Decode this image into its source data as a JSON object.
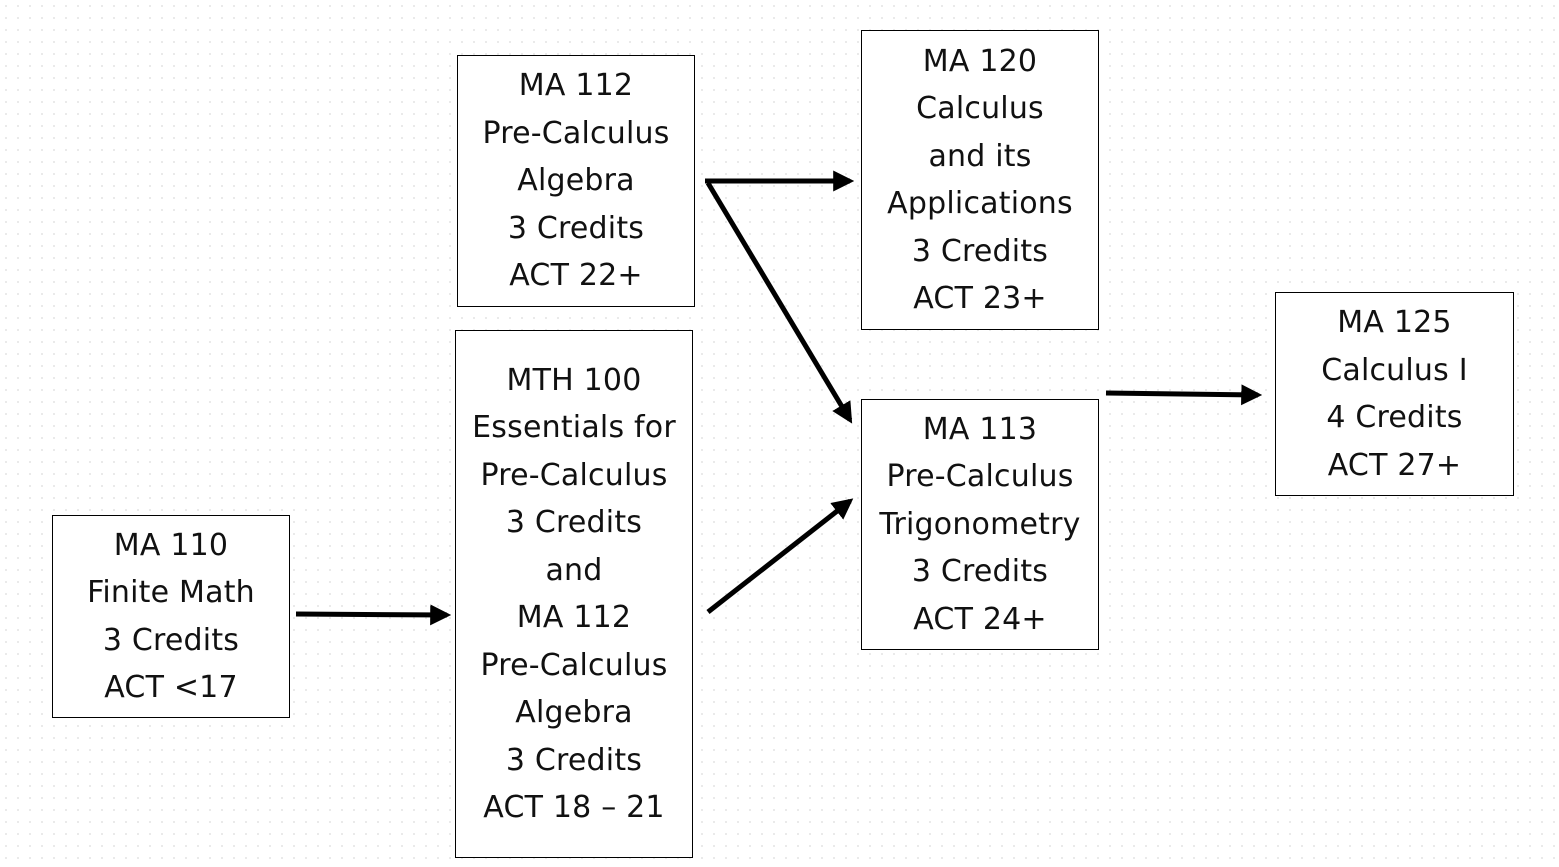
{
  "diagram": {
    "nodes": [
      {
        "id": "ma110",
        "lines": [
          "MA 110",
          "Finite Math",
          "3 Credits",
          "ACT <17"
        ]
      },
      {
        "id": "ma112",
        "lines": [
          "MA 112",
          "Pre-Calculus",
          "Algebra",
          "3 Credits",
          "ACT 22+"
        ]
      },
      {
        "id": "mth100",
        "lines": [
          "MTH 100",
          "Essentials for",
          "Pre-Calculus",
          "3 Credits",
          "and",
          "MA 112",
          "Pre-Calculus",
          "Algebra",
          "3 Credits",
          "ACT 18 – 21"
        ]
      },
      {
        "id": "ma120",
        "lines": [
          "MA 120",
          "Calculus",
          "and its",
          "Applications",
          "3 Credits",
          "ACT 23+"
        ]
      },
      {
        "id": "ma113",
        "lines": [
          "MA 113",
          "Pre-Calculus",
          "Trigonometry",
          "3 Credits",
          "ACT 24+"
        ]
      },
      {
        "id": "ma125",
        "lines": [
          "MA 125",
          "Calculus I",
          "4 Credits",
          "ACT 27+"
        ]
      }
    ],
    "edges": [
      {
        "from": "ma110",
        "to": "mth100"
      },
      {
        "from": "ma112",
        "to": "ma120"
      },
      {
        "from": "ma112",
        "to": "ma113"
      },
      {
        "from": "mth100",
        "to": "ma113"
      },
      {
        "from": "ma113",
        "to": "ma125"
      }
    ],
    "colors": {
      "stroke": "#000000",
      "box_fill": "#ffffff"
    }
  }
}
